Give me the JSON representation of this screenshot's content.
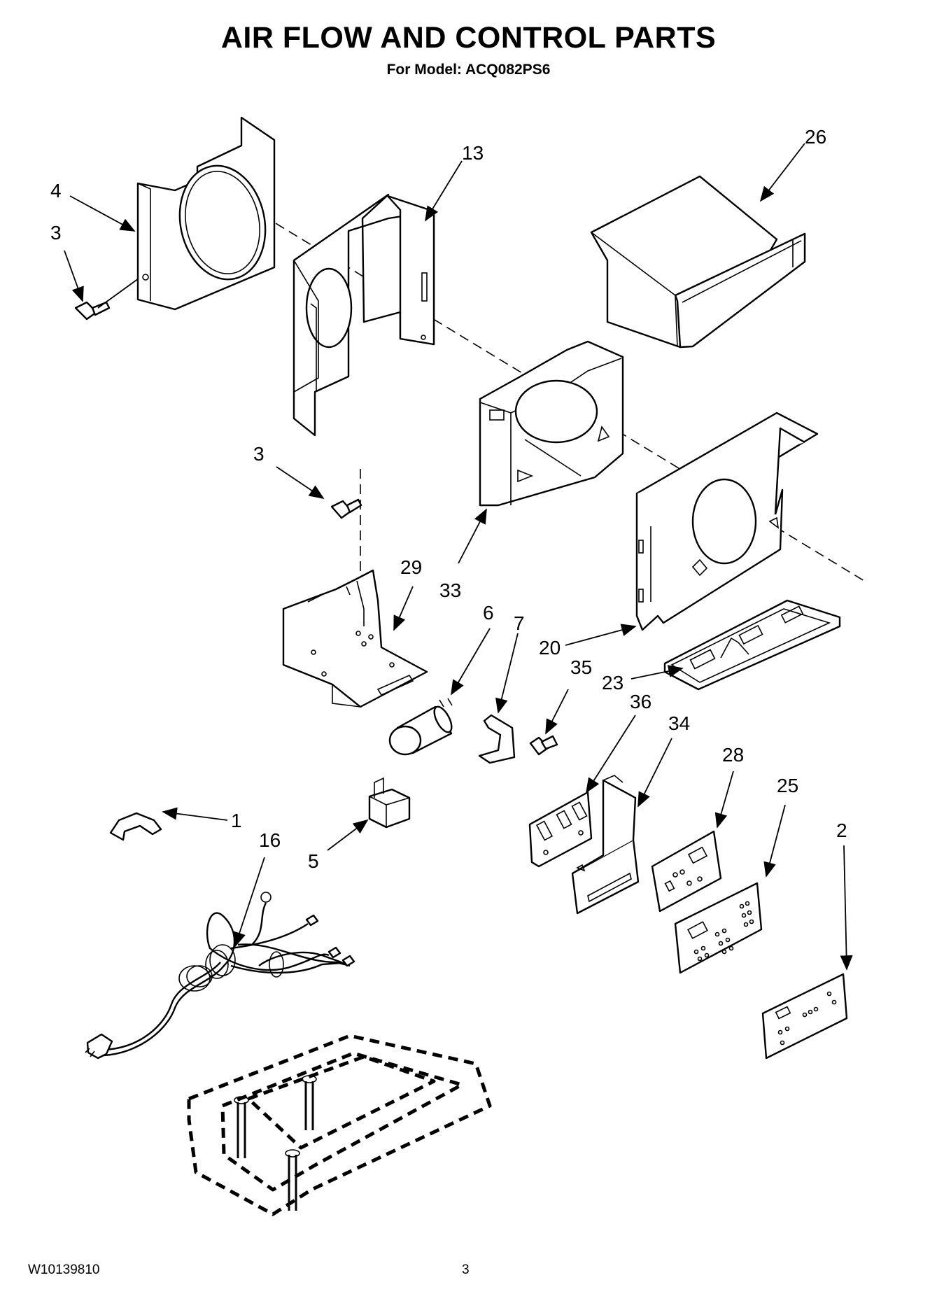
{
  "header": {
    "title": "AIR FLOW AND CONTROL PARTS",
    "subtitle": "For Model: ACQ082PS6"
  },
  "footer": {
    "doc_number": "W10139810",
    "page_number": "3"
  },
  "callouts": {
    "c1": "1",
    "c2": "2",
    "c3a": "3",
    "c3b": "3",
    "c4": "4",
    "c5": "5",
    "c6": "6",
    "c7": "7",
    "c13": "13",
    "c16": "16",
    "c20": "20",
    "c23": "23",
    "c25": "25",
    "c26": "26",
    "c28": "28",
    "c29": "29",
    "c33": "33",
    "c34": "34",
    "c35": "35",
    "c36": "36"
  }
}
